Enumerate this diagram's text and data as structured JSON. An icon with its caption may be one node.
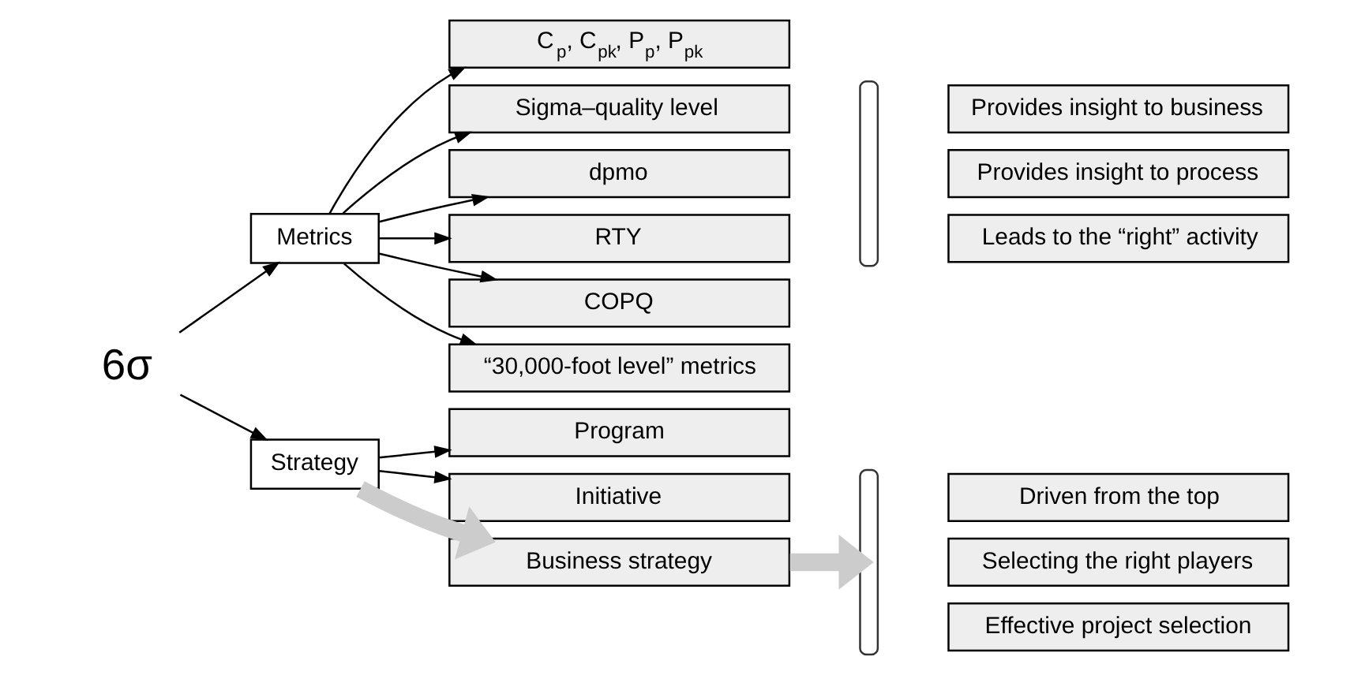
{
  "diagram": {
    "nodes": [
      {
        "text": [
          "6σ"
        ]
      },
      {
        "text": [
          "Metrics"
        ]
      },
      {
        "text": [
          "Strategy"
        ]
      },
      {
        "text": [
          "C$_{p}$, C$_{pk}$, P$_{p}$, P$_{pk}$"
        ]
      },
      {
        "text": [
          "Sigma–quality level"
        ]
      },
      {
        "text": [
          "dpmo"
        ]
      },
      {
        "text": [
          "RTY"
        ]
      },
      {
        "text": [
          "COPQ"
        ]
      },
      {
        "text": [
          "“30,000-foot level” metrics"
        ]
      },
      {
        "text": [
          "Program"
        ]
      },
      {
        "text": [
          "Initiative"
        ]
      },
      {
        "text": [
          "Business strategy"
        ]
      },
      {
        "text": [],
        "shape": "brace"
      },
      {
        "text": [
          "Provides insight to business"
        ]
      },
      {
        "text": [
          "Provides insight to process"
        ]
      },
      {
        "text": [
          "Leads to the “right” activity"
        ]
      },
      {
        "text": [],
        "shape": "brace"
      },
      {
        "text": [
          "Driven from the top"
        ]
      },
      {
        "text": [
          "Selecting the right players"
        ]
      },
      {
        "text": [
          "Effective project selection"
        ]
      }
    ],
    "edges": [
      {
        "from": 0,
        "to": 1,
        "arrow": "to"
      },
      {
        "from": 0,
        "to": 2,
        "arrow": "to"
      },
      {
        "from": 1,
        "to": 3,
        "arrow": "to"
      },
      {
        "from": 1,
        "to": 4,
        "arrow": "to"
      },
      {
        "from": 1,
        "to": 5,
        "arrow": "to"
      },
      {
        "from": 1,
        "to": 6,
        "arrow": "to"
      },
      {
        "from": 1,
        "to": 7,
        "arrow": "to"
      },
      {
        "from": 1,
        "to": 8,
        "arrow": "to"
      },
      {
        "from": 2,
        "to": 9,
        "arrow": "to"
      },
      {
        "from": 2,
        "to": 10,
        "arrow": "to"
      },
      {
        "from": 2,
        "to": 11,
        "arrow": "to",
        "style": "thick",
        "color": "#cccccc"
      },
      {
        "from": 11,
        "to": 16,
        "arrow": "to",
        "style": "thick",
        "color": "#cccccc"
      }
    ]
  }
}
